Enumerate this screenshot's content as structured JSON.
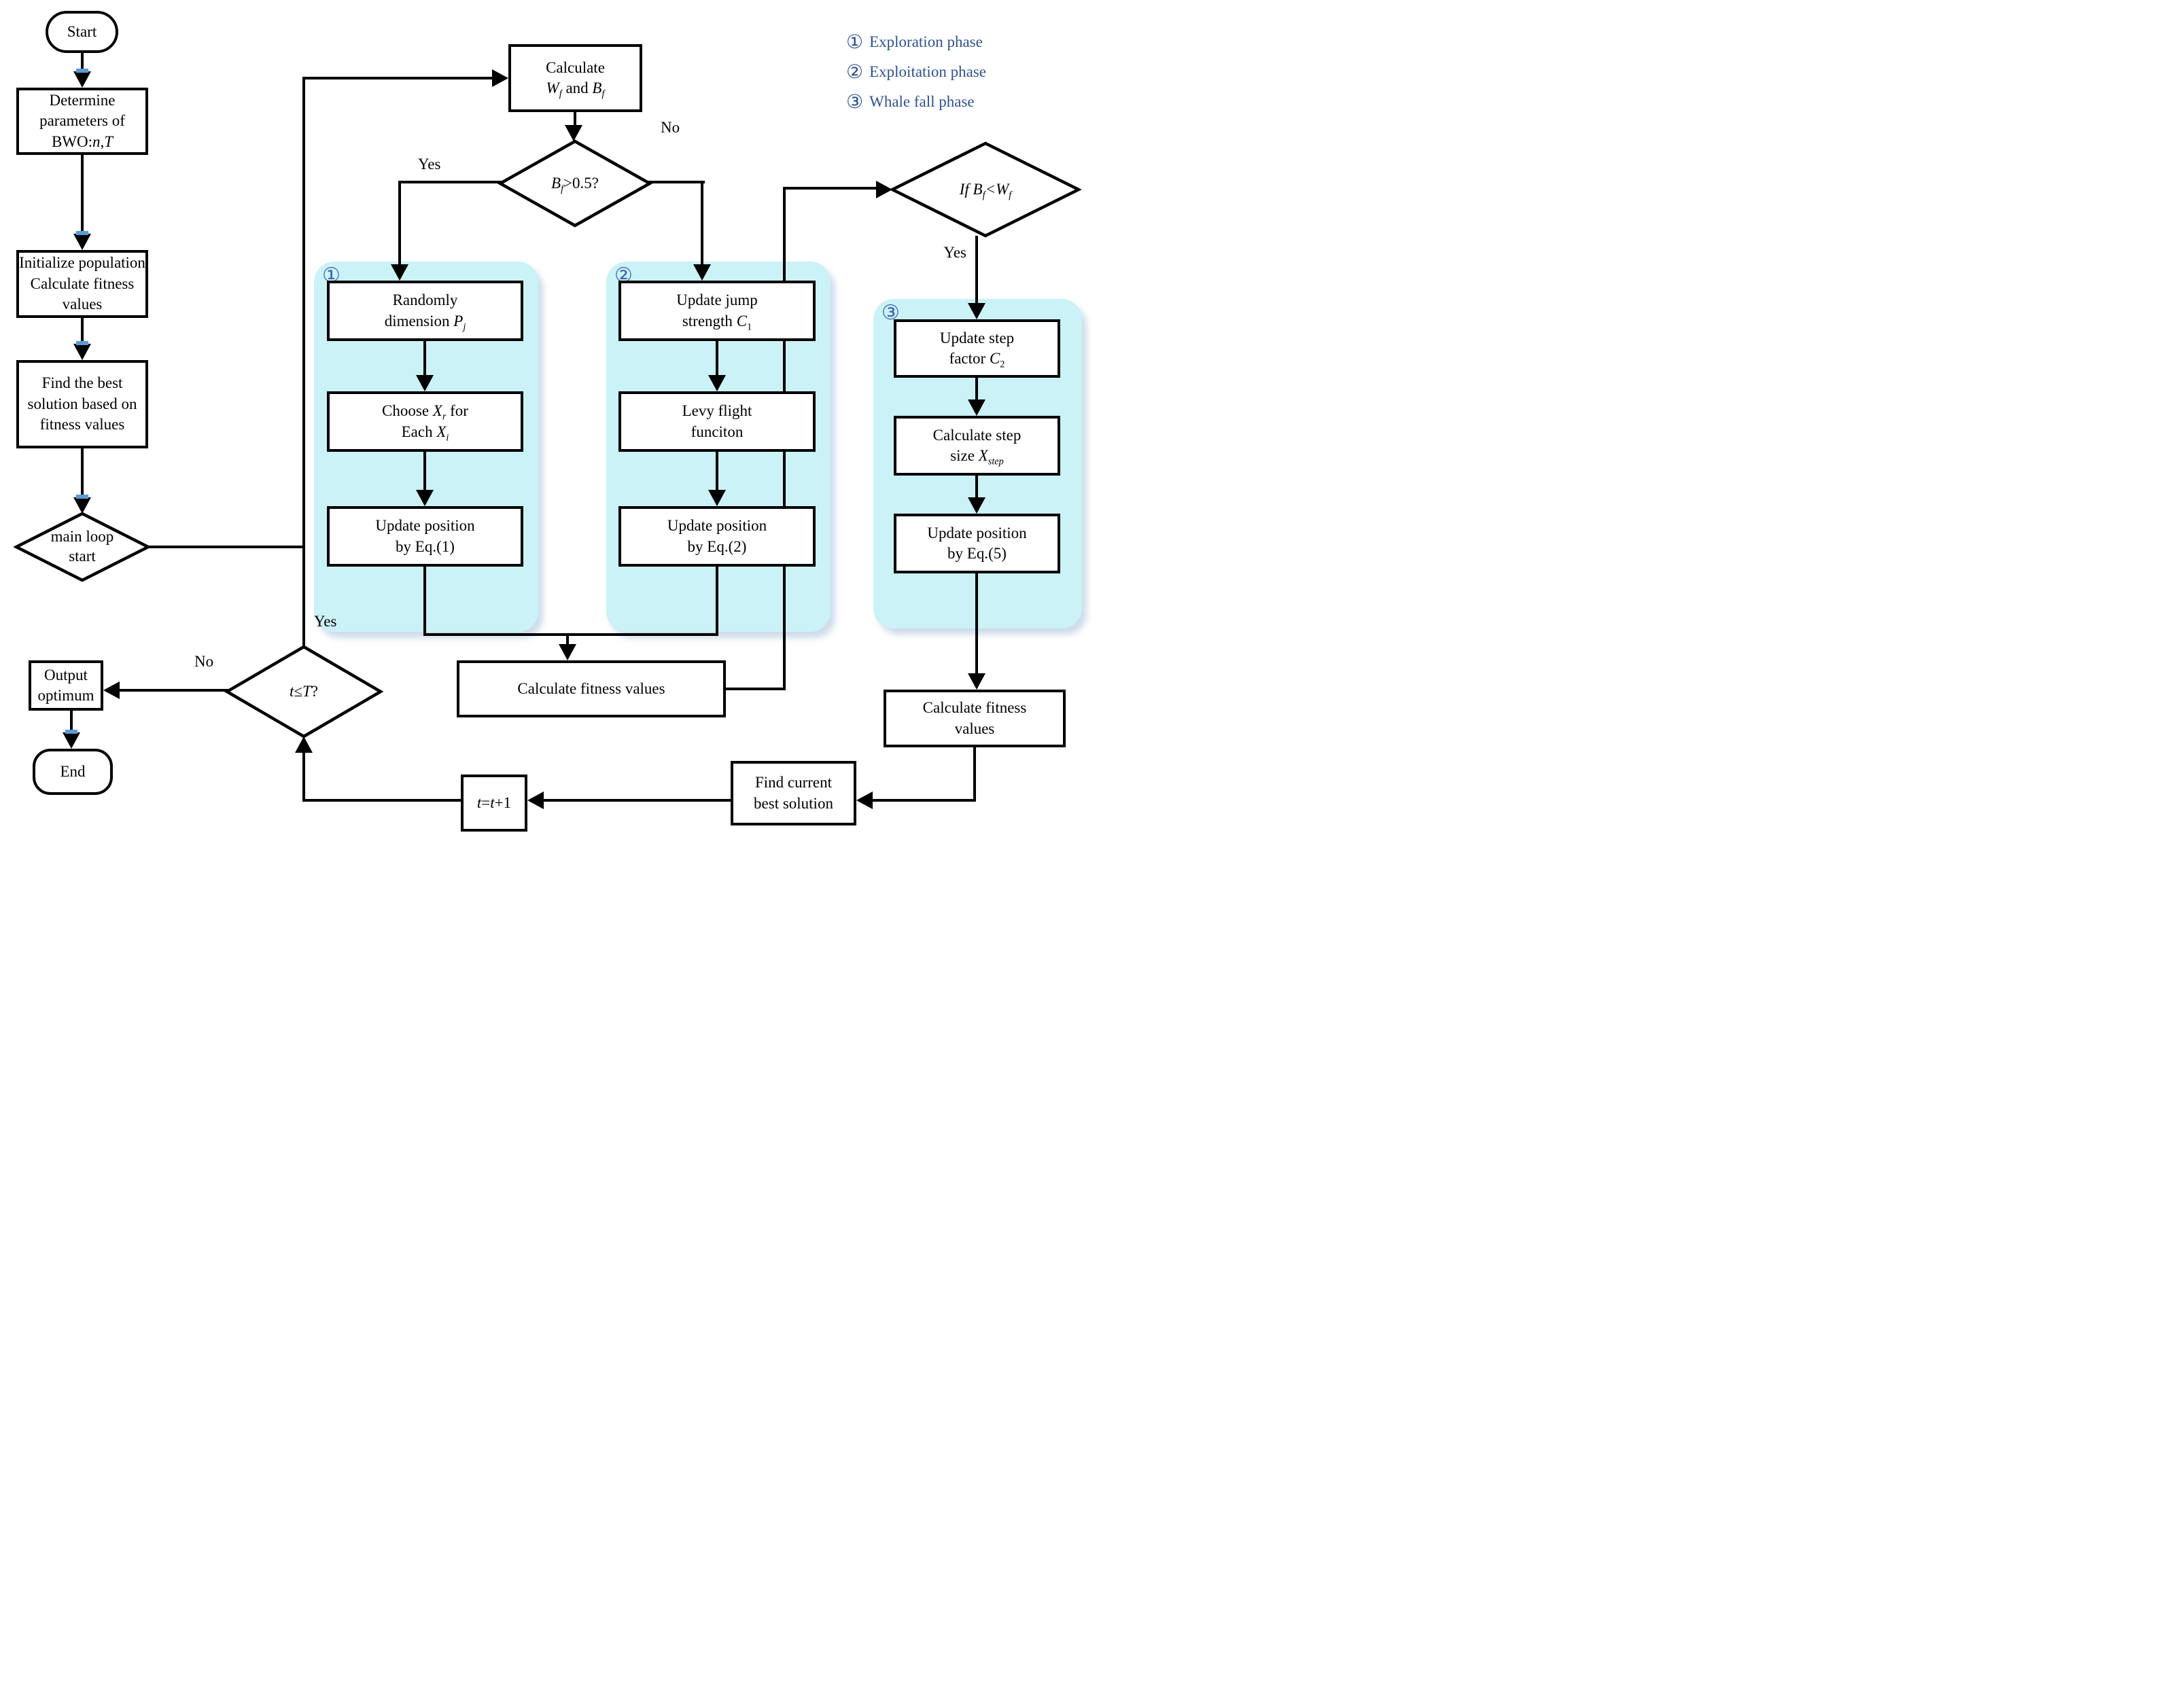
{
  "colors": {
    "background": "#ffffff",
    "line": "#000000",
    "panel_fill": "#cbf2f6",
    "arrow_accent_blue": "#5b9bd5",
    "legend_text_blue": "#2e5191",
    "badge_blue": "#3a62ae"
  },
  "legend": {
    "items": [
      {
        "badge": "①",
        "label": "Exploration phase"
      },
      {
        "badge": "②",
        "label": "Exploitation phase"
      },
      {
        "badge": "③",
        "label": "Whale fall phase"
      }
    ]
  },
  "badges": {
    "p1": "①",
    "p2": "②",
    "p3": "③"
  },
  "edge_labels": {
    "bf_yes": "Yes",
    "bf_no": "No",
    "wf_yes": "Yes",
    "t_yes": "Yes",
    "t_no": "No"
  },
  "nodes": {
    "start": {
      "label_html": "Start"
    },
    "determine": {
      "label_html": "Determine<br>parameters of<br>BWO:<i>n</i>,<i>T</i>"
    },
    "initialize": {
      "label_html": "Initialize population<br>Calculate fitness<br>values"
    },
    "find_best": {
      "label_html": "Find the best<br>solution based on<br>fitness values"
    },
    "main_loop": {
      "label_html": "main loop<br>start"
    },
    "calc_wb": {
      "label_html": "Calculate<br><i>W<sub>f</sub></i> and <i>B<sub>f</sub></i>"
    },
    "bf_check": {
      "label_html": "<i>B<sub>f</sub></i>&gt;0.5?"
    },
    "randomly": {
      "label_html": "Randomly<br>dimension <i>P<sub>j</sub></i>"
    },
    "choose": {
      "label_html": "Choose <i>X<sub>r</sub></i> for<br>Each <i>X<sub>i</sub></i>"
    },
    "update1": {
      "label_html": "Update position<br>by Eq.(1)"
    },
    "jump": {
      "label_html": "Update jump<br>strength <i>C</i><sub>1</sub>"
    },
    "levy": {
      "label_html": "Levy flight<br>funciton"
    },
    "update2": {
      "label_html": "Update position<br>by Eq.(2)"
    },
    "wf_check": {
      "label_html": "<i>If B<sub>f</sub>&lt;W<sub>f</sub></i>"
    },
    "step_factor": {
      "label_html": "Update step<br>factor <i>C</i><sub>2</sub>"
    },
    "step_size": {
      "label_html": "Calculate step<br>size <i>X<sub>step</sub></i>"
    },
    "update5": {
      "label_html": "Update position<br>by Eq.(5)"
    },
    "cfv_mid": {
      "label_html": "Calculate fitness values"
    },
    "cfv_right": {
      "label_html": "Calculate fitness<br>values"
    },
    "find_current": {
      "label_html": "Find current<br>best solution"
    },
    "t_inc": {
      "label_html": "<i>t</i>=<i>t</i>+1"
    },
    "t_check": {
      "label_html": "<i>t</i>≤<i>T</i>?"
    },
    "output": {
      "label_html": "Output<br>optimum"
    },
    "end": {
      "label_html": "End"
    }
  }
}
